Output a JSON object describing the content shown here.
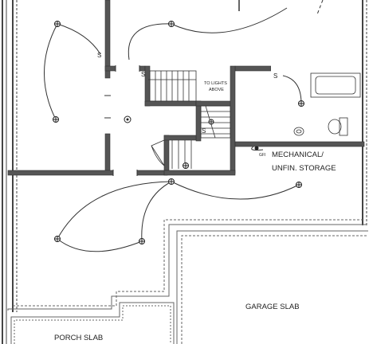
{
  "labels": {
    "to_lights_line1": "TO LIGHTS",
    "to_lights_line2": "ABOVE",
    "gfi": "GFI",
    "mechanical_line1": "MECHANICAL/",
    "mechanical_line2": "UNFIN. STORAGE",
    "garage": "GARAGE SLAB",
    "porch": "PORCH SLAB"
  },
  "colors": {
    "wall": "#555555",
    "line": "#222222",
    "slab": "#aaaaaa"
  },
  "symbols": {
    "light_fixture": "crossed-circle-icon",
    "switch": "switch-s-icon",
    "smoke_detector": "smoke-detector-icon"
  }
}
